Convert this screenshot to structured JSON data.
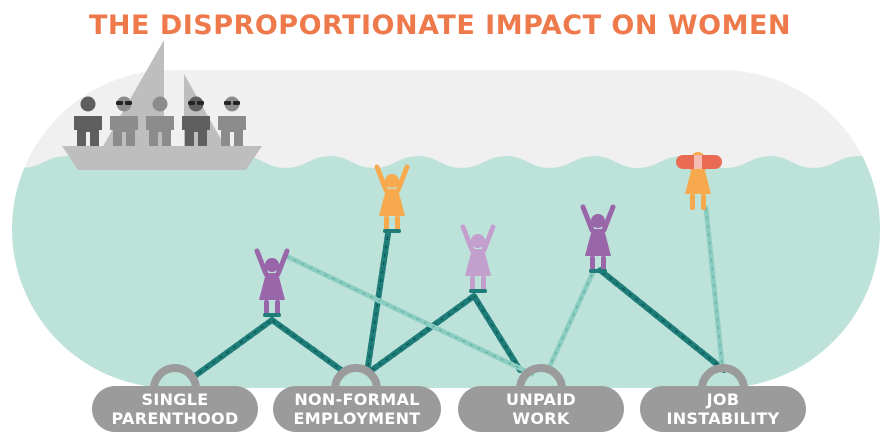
{
  "title": "THE DISPROPORTIONATE IMPACT ON WOMEN",
  "colors": {
    "title": "#ee7a4b",
    "sky": "#f0f0f0",
    "sea": "#bde2d9",
    "boat": "#bebebe",
    "men_dark": "#5f5f5f",
    "men_light": "#8c8c8c",
    "woman_purple": "#9a66aa",
    "woman_lavender": "#c39fcd",
    "woman_orange": "#f7a94e",
    "buoy": "#e96b54",
    "chain_dark": "#1e7d79",
    "chain_light": "#8ccdc2",
    "weight": "#9b9b9b",
    "label_text": "#ffffff"
  },
  "icons": [
    "sailboat-icon",
    "person-icon",
    "sunglasses-icon",
    "woman-icon",
    "life-ring-icon",
    "chain-icon",
    "weight-icon"
  ],
  "weights": [
    {
      "line1": "SINGLE",
      "line2": "PARENTHOOD"
    },
    {
      "line1": "NON-FORMAL",
      "line2": "EMPLOYMENT"
    },
    {
      "line1": "UNPAID",
      "line2": "WORK"
    },
    {
      "line1": "JOB",
      "line2": "INSTABILITY"
    }
  ]
}
